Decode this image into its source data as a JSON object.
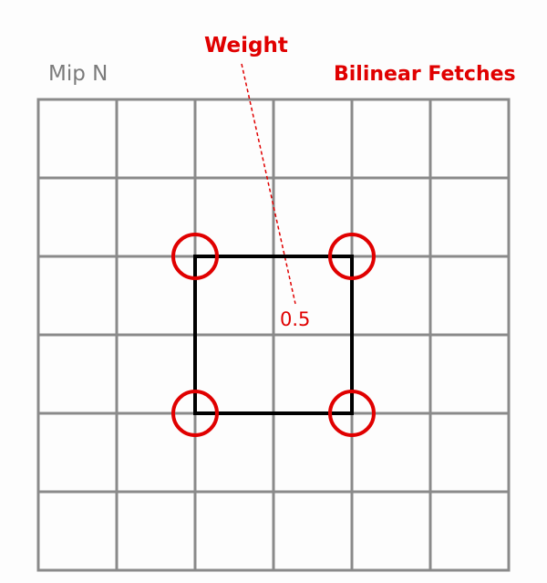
{
  "labels": {
    "mip_level": "Mip N",
    "weight_title": "Weight",
    "fetches_title": "Bilinear Fetches",
    "weight_value": "0.5"
  },
  "grid": {
    "rows": 6,
    "cols": 6
  },
  "colors": {
    "grid_line": "#8a8a8a",
    "mip_text": "#7b7b7b",
    "accent_red": "#e00000",
    "sample_square": "#000000",
    "background": "#fdfdfd"
  }
}
